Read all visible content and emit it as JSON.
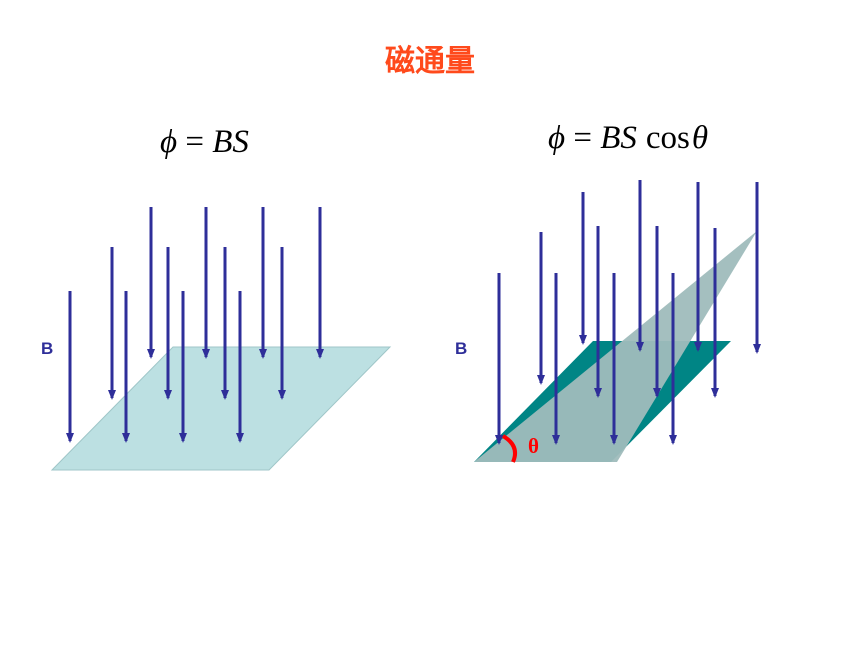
{
  "title": "磁通量",
  "formula_left": {
    "lhs": "ϕ",
    "eq": " = ",
    "rhs": "BS"
  },
  "formula_right": {
    "lhs": "ϕ",
    "eq": " = ",
    "rhs": "BS",
    "func": "cos",
    "angle": "θ"
  },
  "field_label_left": "B",
  "field_label_right": "B",
  "angle_label": "θ",
  "colors": {
    "title": "#ff4a1c",
    "arrow": "#2e2e99",
    "flat_plane": "#bce0e2",
    "base_plane": "#008585",
    "tilted_plane": "#9fbcbc",
    "angle_mark": "#ff0000",
    "label": "#2e2e99"
  }
}
